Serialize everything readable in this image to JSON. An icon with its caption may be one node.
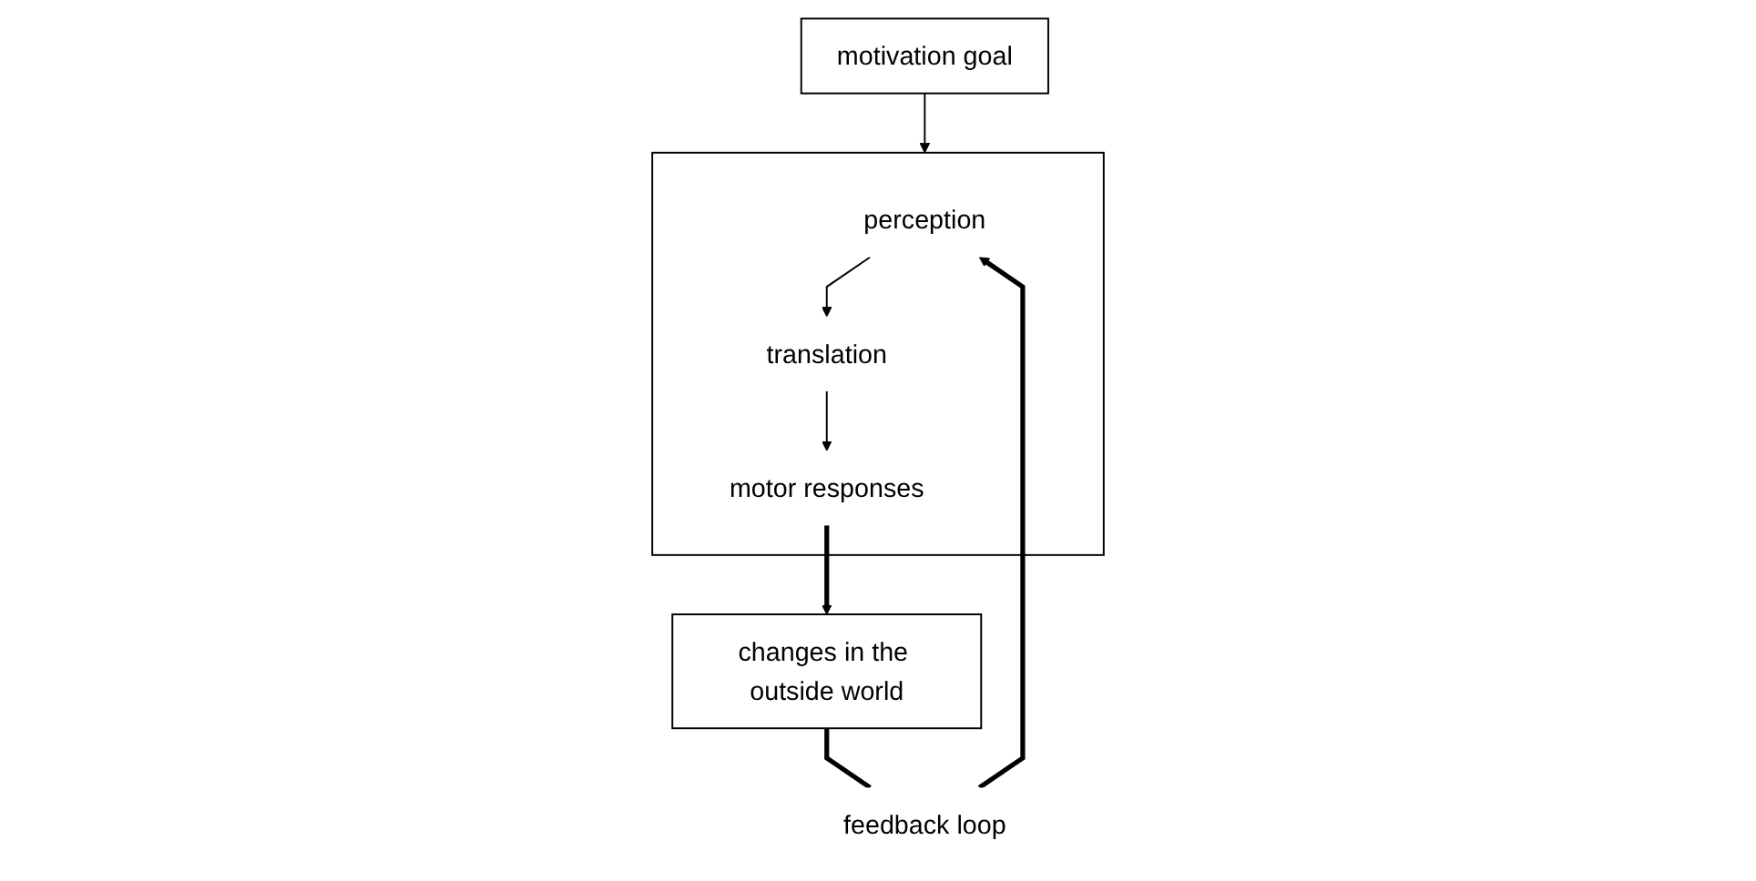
{
  "diagram": {
    "nodes": [
      {
        "text": [],
        "shape": "box"
      },
      {
        "text": [
          "perception"
        ],
        "in": 0
      },
      {
        "text": [
          "translation"
        ],
        "in": 0
      },
      {
        "text": [
          "motor responses"
        ],
        "in": 0
      },
      {
        "text": [
          "motivation goal"
        ]
      },
      {
        "text": [
          "changes in the outside world"
        ]
      },
      {
        "text": [
          "feedback loop"
        ]
      }
    ],
    "edges": [
      {
        "from": 4,
        "to": 0,
        "arrow": "to"
      },
      {
        "from": 1,
        "to": 2,
        "arrow": "to"
      },
      {
        "from": 2,
        "to": 3,
        "arrow": "to"
      },
      {
        "from": 3,
        "to": 5,
        "arrow": "to",
        "style": "thick"
      },
      {
        "from": 5,
        "to": 6,
        "arrow": "none",
        "style": "thick"
      },
      {
        "from": 6,
        "to": 1,
        "arrow": "to",
        "style": "thick"
      }
    ]
  }
}
